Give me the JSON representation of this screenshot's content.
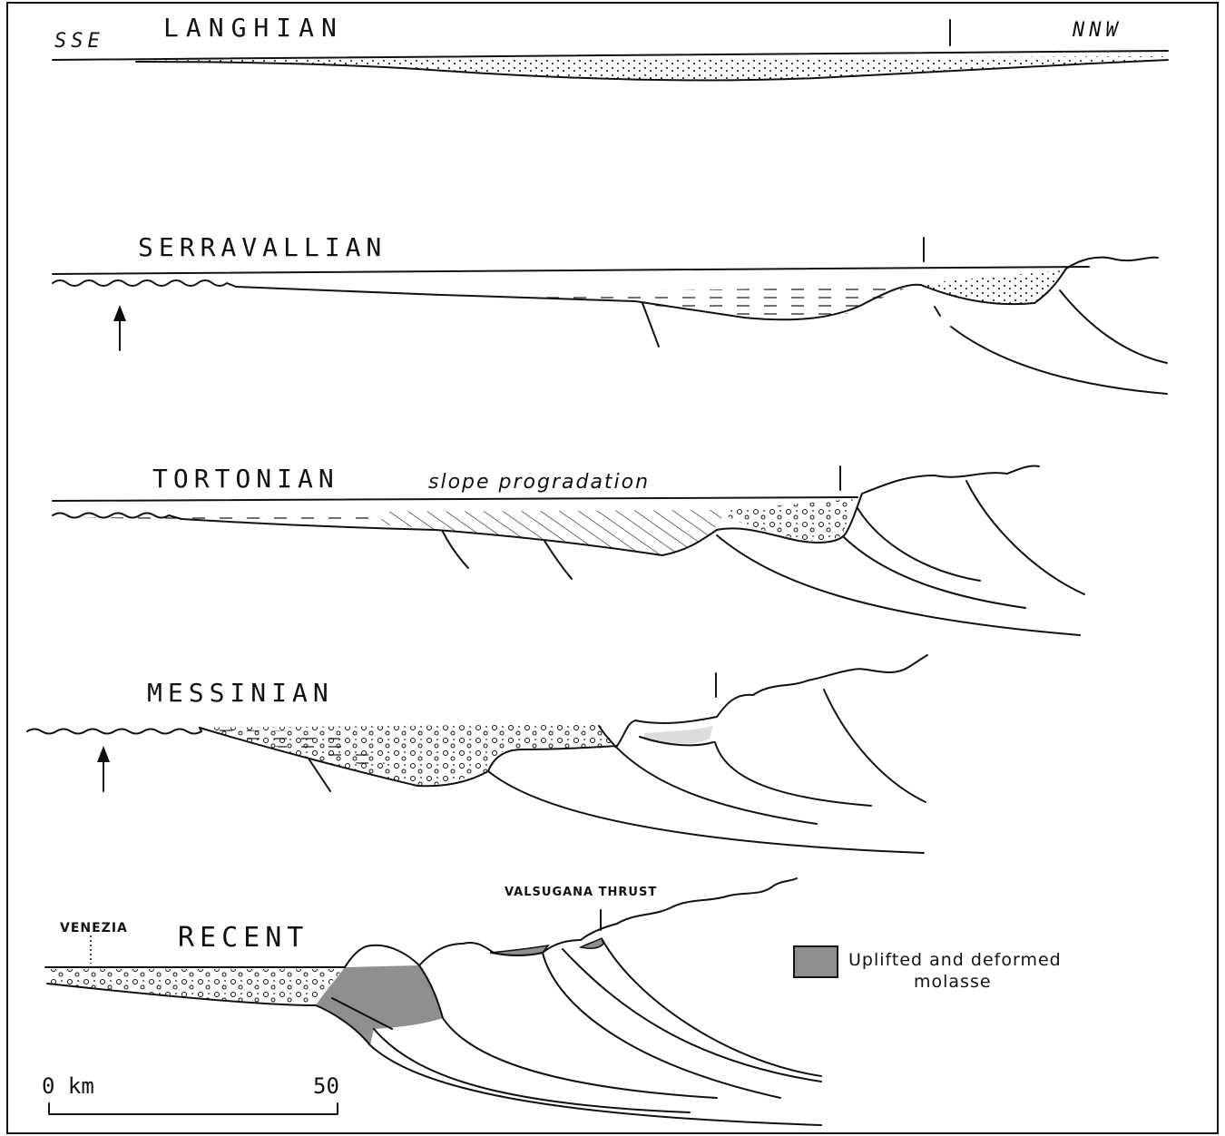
{
  "panels": [
    {
      "id": "langhian",
      "title": "LANGHIAN",
      "left_label": "SSE",
      "right_label": "NNW"
    },
    {
      "id": "serravallian",
      "title": "SERRAVALLIAN"
    },
    {
      "id": "tortonian",
      "title": "TORTONIAN",
      "annotation": "slope progradation"
    },
    {
      "id": "messinian",
      "title": "MESSINIAN"
    },
    {
      "id": "recent",
      "title": "RECENT",
      "place_label": "VENEZIA",
      "thrust_label": "VALSUGANA THRUST"
    }
  ],
  "legend": {
    "line1": "Uplifted and deformed",
    "line2": "molasse",
    "swatch_color": "#8f8f8f"
  },
  "scale_bar": {
    "start_label": "0 km",
    "end_label": "50"
  },
  "colors": {
    "ink": "#111111",
    "molasse": "#8f8f8f",
    "background": "#ffffff"
  }
}
